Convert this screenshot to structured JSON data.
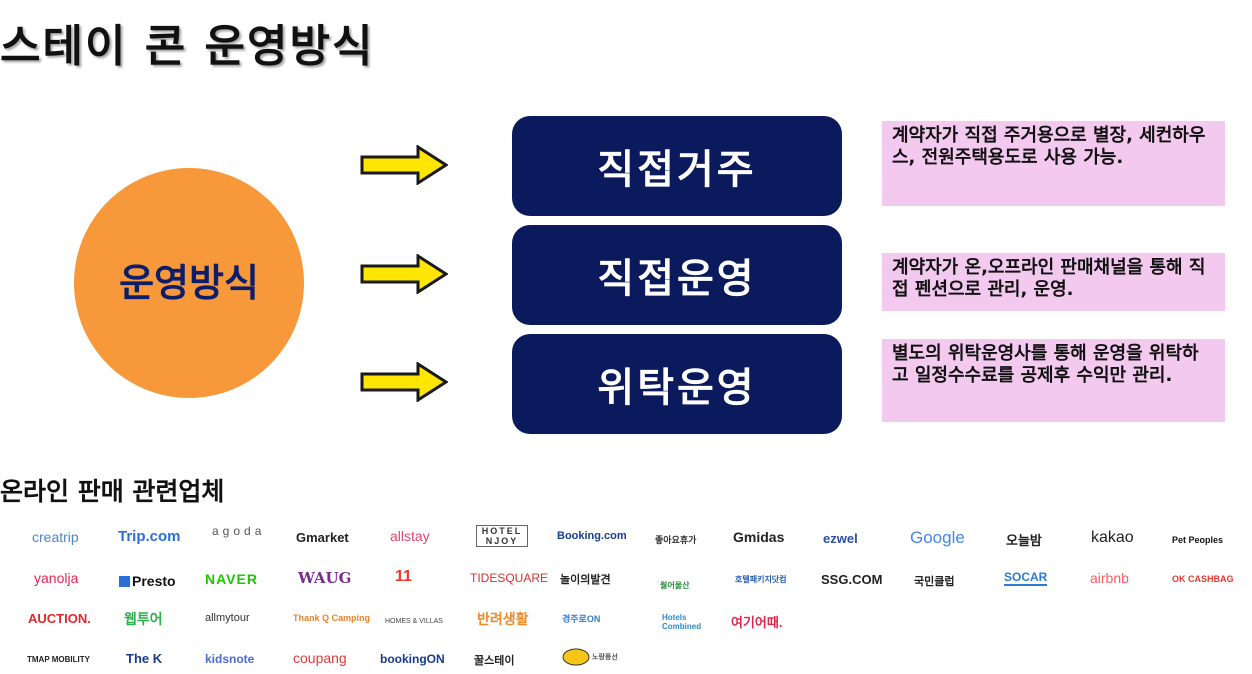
{
  "title": "스테이 콘 운영방식",
  "center": {
    "label": "운영방식"
  },
  "methods": [
    {
      "label": "직접거주",
      "desc": "계약자가 직접 주거용으로 별장, 세컨하우스, 전원주택용도로 사용 가능."
    },
    {
      "label": "직접운영",
      "desc": "계약자가 온,오프라인 판매채널을 통해 직접 펜션으로 관리, 운영."
    },
    {
      "label": "위탁운영",
      "desc": "별도의 위탁운영사를 통해 운영을 위탁하고 일정수수료를 공제후 수익만 관리."
    }
  ],
  "partners": {
    "title": "온라인 판매 관련업체",
    "rows": [
      [
        "creatrip",
        "Trip.com",
        "agoda",
        "Gmarket",
        "allstay",
        "HOTEL NJOY",
        "Booking.com",
        "좋아요휴가",
        "Gmidas",
        "ezwel",
        "Google",
        "오늘밤",
        "kakao",
        "Pet Peoples"
      ],
      [
        "yanolja",
        "Presto",
        "NAVER",
        "WAUG",
        "11",
        "TIDESQUARE",
        "놀이의발견",
        "월어울산",
        "호텔패키지닷컴",
        "SSG.COM",
        "국민클럽",
        "SOCAR",
        "airbnb",
        "OK CASHBAG"
      ],
      [
        "AUCTION.",
        "웹투어",
        "allmytour",
        "Thank Q Camping",
        "HOMES & VILLAS",
        "반려생활",
        "경주로ON",
        "Hotels Combined",
        "여기어때."
      ],
      [
        "TMAP MOBILITY",
        "The K",
        "kidsnote",
        "coupang",
        "bookingON",
        "꿀스테이",
        "노랑풍선"
      ]
    ]
  },
  "colors": {
    "circle": "#f7993a",
    "box": "#0a1a5c",
    "desc_bg": "#f3c9ef",
    "arrow_fill": "#ffe600",
    "center_text": "#0c1e6b"
  }
}
